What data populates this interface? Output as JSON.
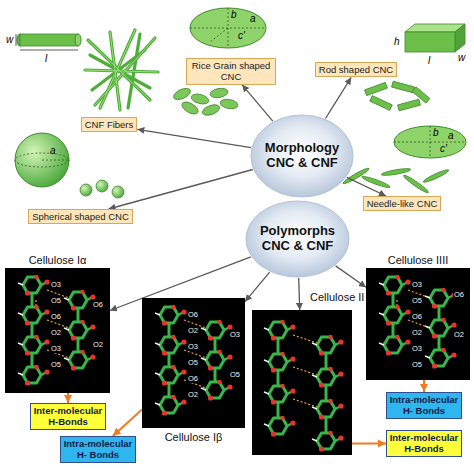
{
  "diagram": {
    "nodes": [
      {
        "text": [
          "Rice Grain shaped CNC"
        ]
      },
      {
        "text": [
          "Rod shaped CNC"
        ]
      },
      {
        "text": [
          "CNF Fibers"
        ]
      },
      {
        "text": [
          "Morphology CNC & CNF"
        ]
      },
      {
        "text": [
          "Spherical shaped CNC"
        ]
      },
      {
        "text": [
          "Needle-like CNC"
        ]
      },
      {
        "text": [
          "Polymorphs CNC & CNF"
        ]
      },
      {
        "text": [
          "Cellulose Iα"
        ]
      },
      {
        "text": [
          "Cellulose IIII"
        ]
      },
      {
        "text": [
          "Cellulose II"
        ]
      },
      {
        "text": [
          "Cellulose Iβ"
        ]
      },
      {
        "text": [
          "Inter-molecular H-Bonds"
        ]
      },
      {
        "text": [
          "Intra-molecular H- Bonds"
        ]
      },
      {
        "text": [
          "Intra-molecular H- Bonds"
        ]
      },
      {
        "text": [
          "Inter-molecular H-Bonds"
        ]
      }
    ],
    "edges": [
      {
        "from": 3,
        "to": 0,
        "arrow": "to"
      },
      {
        "from": 3,
        "to": 1,
        "arrow": "to"
      },
      {
        "from": 3,
        "to": 2,
        "arrow": "to"
      },
      {
        "from": 3,
        "to": 4,
        "arrow": "to"
      },
      {
        "from": 3,
        "to": 5,
        "arrow": "to"
      },
      {
        "from": 6,
        "to": 7,
        "arrow": "to"
      },
      {
        "from": 6,
        "to": 8,
        "arrow": "to"
      },
      {
        "from": 6,
        "to": 9,
        "arrow": "to"
      },
      {
        "from": 6,
        "to": 10,
        "arrow": "to"
      },
      {
        "from": 7,
        "to": 11,
        "arrow": "to"
      },
      {
        "from": 8,
        "to": 12,
        "arrow": "to"
      },
      {
        "from": 9,
        "to": 14,
        "arrow": "to"
      },
      {
        "from": 10,
        "to": 13,
        "arrow": "to"
      }
    ],
    "labels": [
      "w",
      "l",
      "b",
      "c'",
      "a",
      "h",
      "w",
      "l",
      "a",
      "b",
      "c'",
      "a",
      "O3",
      "O5",
      "O6",
      "O2",
      "O3",
      "O5",
      "O6",
      "O2",
      "O6",
      "O2",
      "O3",
      "O5",
      "O6",
      "O2",
      "O3",
      "O5",
      "O3",
      "O5",
      "O6",
      "O2",
      "O3",
      "O5",
      "O6",
      "O2"
    ]
  }
}
